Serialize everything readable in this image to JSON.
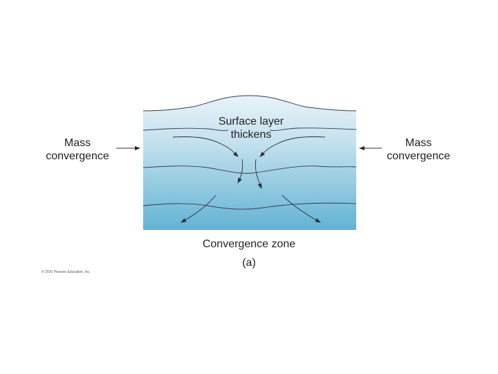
{
  "labels": {
    "left_mass": [
      "Mass",
      "convergence"
    ],
    "right_mass": [
      "Mass",
      "convergence"
    ],
    "surface": [
      "Surface layer",
      "thickens"
    ],
    "zone": "Convergence zone",
    "panel": "(a)",
    "copyright": "© 2010 Pearson Education, Inc."
  },
  "colors": {
    "water_top": "#e8f3f8",
    "water_bottom": "#62b3d3",
    "lines": "#3a3a4a",
    "text": "#231f20"
  }
}
